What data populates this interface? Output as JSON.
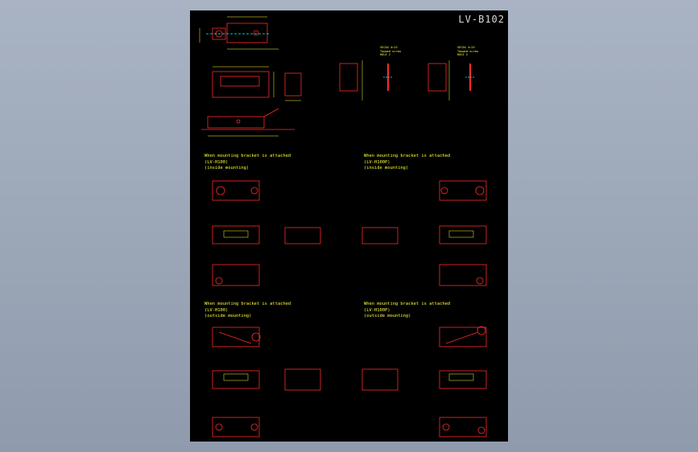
{
  "drawing": {
    "title": "LV-B102",
    "colors": {
      "paper": "#000000",
      "line": "#ff2a2a",
      "dimension": "#ffff33",
      "hidden": "#00ffff",
      "title": "#d9d9d9"
    },
    "notes": [
      {
        "line1": "When mounting bracket is attached",
        "line2": "(LV-H100)",
        "line3": "(inside mounting)"
      },
      {
        "line1": "When mounting bracket is attached",
        "line2": "(LV-H100P)",
        "line3": "(inside mounting)"
      },
      {
        "line1": "When mounting bracket is attached",
        "line2": "(LV-H100)",
        "line3": "(outside mounting)"
      },
      {
        "line1": "When mounting bracket is attached",
        "line2": "(LV-H100P)",
        "line3": "(outside mounting)"
      }
    ],
    "screw_notes": [
      {
        "line1": "SEC04 4=15",
        "line2": "Tapped screw",
        "line3": "HOLE 2"
      },
      {
        "line1": "SEC04 4=15",
        "line2": "Tapped screw",
        "line3": "HOLE 2"
      }
    ]
  }
}
